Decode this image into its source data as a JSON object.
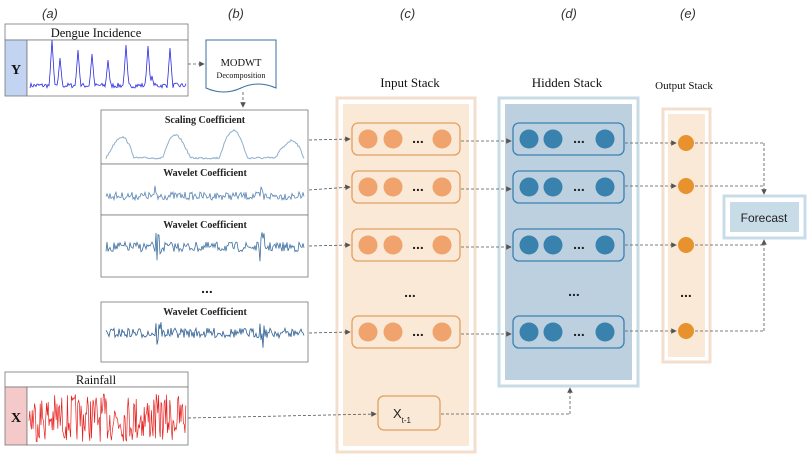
{
  "panel_labels": [
    "(a)",
    "(b)",
    "(c)",
    "(d)",
    "(e)"
  ],
  "dengue": {
    "title": "Dengue Incidence",
    "var": "Y"
  },
  "rainfall": {
    "title": "Rainfall",
    "var": "X"
  },
  "modwt": {
    "line1": "MODWT",
    "line2": "Decomposition"
  },
  "coefficients": [
    "Scaling Coefficient",
    "Wavelet Coefficient",
    "Wavelet Coefficient",
    "Wavelet Coefficient"
  ],
  "dots": "...",
  "stacks": {
    "input": "Input Stack",
    "hidden": "Hidden Stack",
    "output": "Output Stack"
  },
  "lag_main": "X",
  "lag_sub": "t-1",
  "forecast": "Forecast",
  "colors": {
    "input_bg": "#fbe9d7",
    "input_border": "#f3dfcc",
    "node_orange": "#f0a36c",
    "row_border": "#e0a060",
    "hidden_bg": "#bcd0df",
    "hidden_border": "#c8dce6",
    "node_blue": "#3a82ae",
    "row_border_blue": "#3a80b0",
    "output_node": "#e8922e",
    "forecast_bg": "#c8dce8",
    "dengue_series": "#2a2ae6",
    "rain_series": "#e62020",
    "coef_series": "#3e6fa0",
    "y_box": "#c3d3f2",
    "x_box": "#f3c9c9"
  }
}
